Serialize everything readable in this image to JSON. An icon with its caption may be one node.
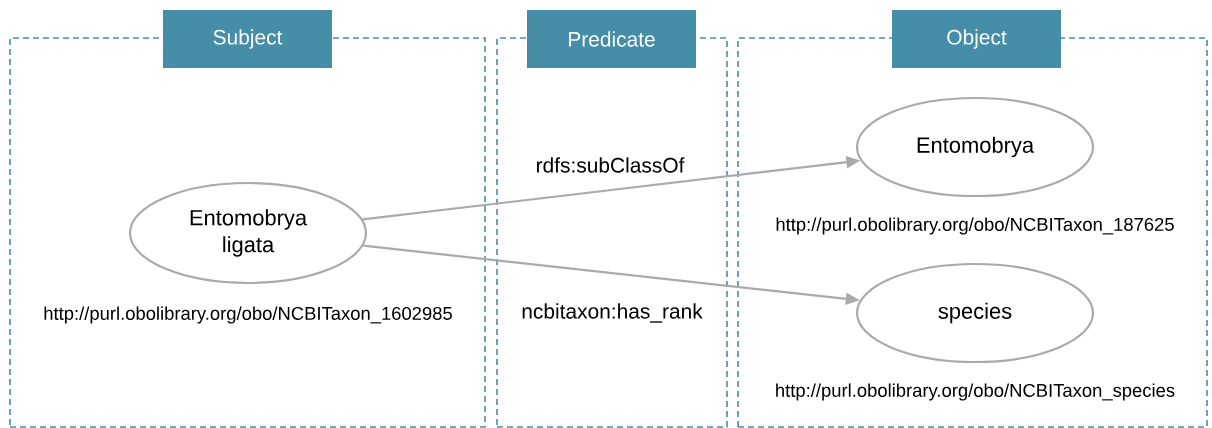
{
  "diagram": {
    "nodes": [
      {
        "text": [],
        "shape": "box"
      },
      {
        "text": [
          "Subject"
        ]
      },
      {
        "text": [
          "Entomobrya ligata"
        ],
        "in": 0,
        "beside": [
          "http://purl.obolibrary.org/obo/NCBITaxon_1602985"
        ]
      },
      {
        "text": [
          "Predicate"
        ]
      },
      {
        "text": [],
        "shape": "box"
      },
      {
        "text": [
          "Object"
        ]
      },
      {
        "text": [
          "Entomobrya"
        ],
        "in": 4,
        "beside": [
          "http://purl.obolibrary.org/obo/NCBITaxon_187625"
        ]
      },
      {
        "text": [
          "species"
        ],
        "in": 4,
        "beside": [
          "http://purl.obolibrary.org/obo/NCBITaxon_species"
        ]
      }
    ],
    "edges": [
      {
        "from": 2,
        "to": 6,
        "arrow": "to",
        "label": "rdfs:subClassOf"
      },
      {
        "from": 2,
        "to": 7,
        "arrow": "to",
        "label": "ncbitaxon:has_rank"
      }
    ]
  }
}
